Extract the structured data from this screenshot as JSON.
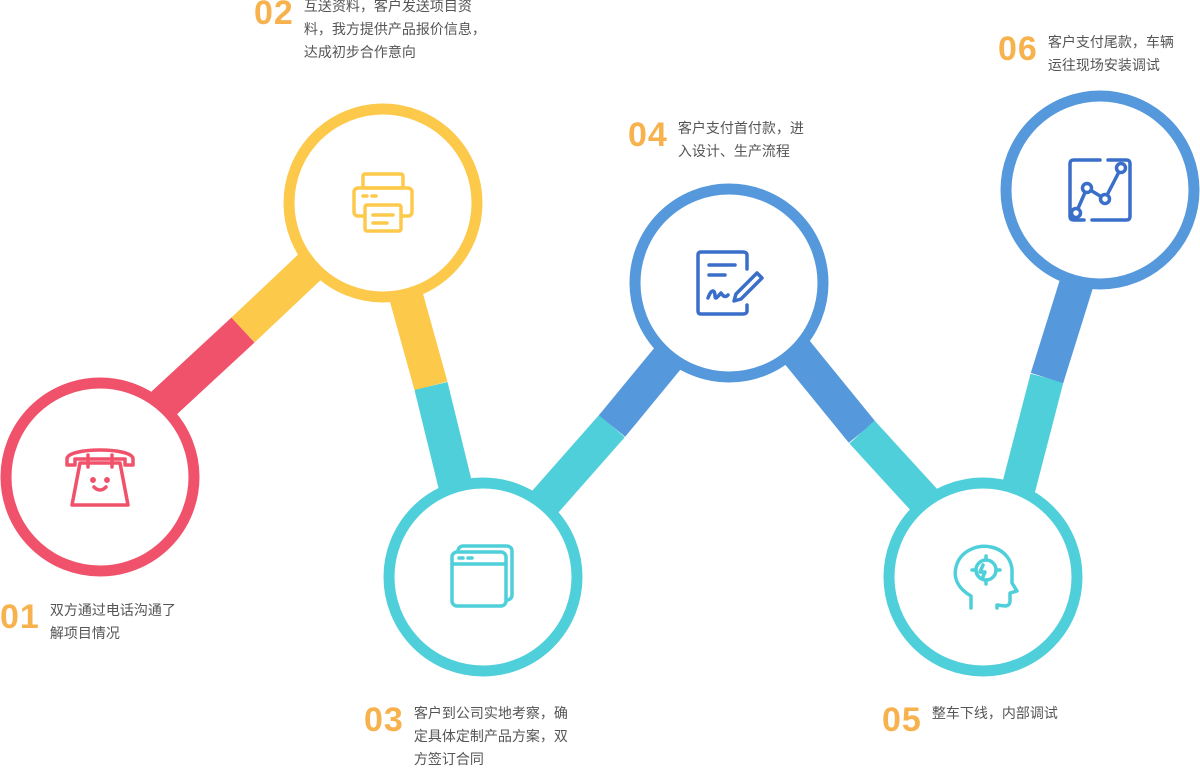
{
  "colors": {
    "red": "#f0526b",
    "yellow": "#fcc94b",
    "cyan": "#4fcfda",
    "blue": "#5598dc",
    "icon_blue": "#3a6fc9",
    "number": "#f7b24e",
    "text": "#555555"
  },
  "steps": [
    {
      "number": "01",
      "lines": [
        "双方通过电话沟通了",
        "解项目情况"
      ],
      "icon": "telephone-icon"
    },
    {
      "number": "02",
      "lines": [
        "互送资料，客户发送项目资",
        "料，我方提供产品报价信息，",
        "达成初步合作意向"
      ],
      "icon": "printer-icon"
    },
    {
      "number": "03",
      "lines": [
        "客户到公司实地考察，确",
        "定具体定制产品方案，双",
        "方签订合同"
      ],
      "icon": "browser-windows-icon"
    },
    {
      "number": "04",
      "lines": [
        "客户支付首付款，进",
        "入设计、生产流程"
      ],
      "icon": "contract-sign-icon"
    },
    {
      "number": "05",
      "lines": [
        "整车下线，内部调试"
      ],
      "icon": "head-gear-icon"
    },
    {
      "number": "06",
      "lines": [
        "客户支付尾款，车辆",
        "运往现场安装调试"
      ],
      "icon": "line-chart-icon"
    }
  ]
}
